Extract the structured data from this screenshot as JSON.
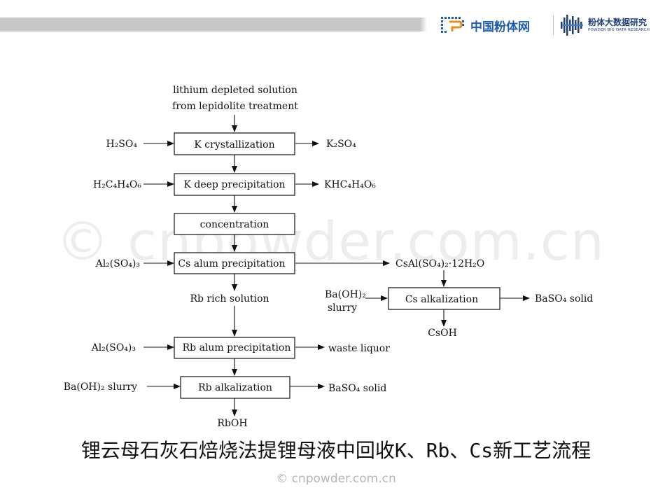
{
  "header": {
    "brand1": "中国粉体网",
    "brand2_cn": "粉体大数据研究",
    "brand2_en": "POWDER BIG DATA RESEARCH",
    "colors": {
      "blue": "#1e5db4",
      "orange": "#f08c1e",
      "navy": "#1f3f7a",
      "bar": "#c8c8c8"
    }
  },
  "watermark": "© cnpowder.com.cn",
  "diagram": {
    "input_top": [
      "lithium depleted solution",
      "from lepidolite treatment"
    ],
    "steps": {
      "k_cryst": "K crystallization",
      "k_deep": "K deep precipitation",
      "concentration": "concentration",
      "cs_alum": "Cs alum precipitation",
      "cs_alk": "Cs alkalization",
      "rb_alum": "Rb alum precipitation",
      "rb_alk": "Rb alkalization"
    },
    "reagents": {
      "h2so4": "H₂SO₄",
      "h2c4h4o6": "H₂C₄H₄O₆",
      "al2so43_a": "Al₂(SO₄)₃",
      "baoh2_a": "Ba(OH)₂",
      "baoh2_a2": "slurry",
      "al2so43_b": "Al₂(SO₄)₃",
      "baoh2_slurry": "Ba(OH)₂ slurry"
    },
    "products": {
      "k2so4": "K₂SO₄",
      "khc4h4o6": "KHC₄H₄O₆",
      "csalum": "CsAl(SO₄)₂·12H₂O",
      "baso4_a": "BaSO₄ solid",
      "csoh": "CsOH",
      "rb_rich": "Rb rich solution",
      "waste": "waste liquor",
      "baso4_b": "BaSO₄ solid",
      "rboh": "RbOH"
    }
  },
  "caption": "锂云母石灰石焙烧法提锂母液中回收K、Rb、Cs新工艺流程",
  "footer": "© cnpowder.com.cn"
}
